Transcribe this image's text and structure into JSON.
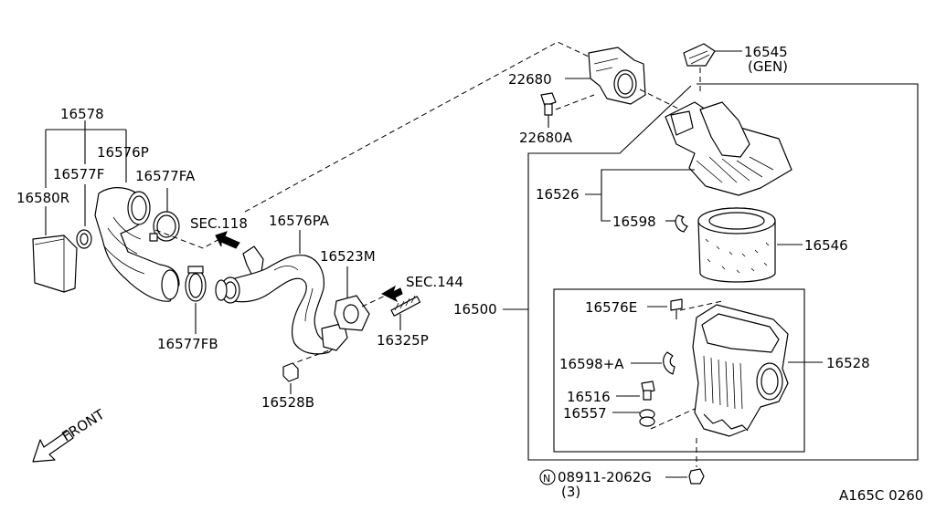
{
  "callouts": {
    "p16578": "16578",
    "p16576P": "16576P",
    "p16577F": "16577F",
    "p16577FA": "16577FA",
    "p16580R": "16580R",
    "p16577FB": "16577FB",
    "sec118": "SEC.118",
    "p16576PA": "16576PA",
    "p16523M": "16523M",
    "sec144": "SEC.144",
    "p16325P": "16325P",
    "p16528B": "16528B",
    "p22680": "22680",
    "p22680A": "22680A",
    "p16545": "16545",
    "gen": "(GEN)",
    "p16526": "16526",
    "p16598": "16598",
    "p16546": "16546",
    "p16500": "16500",
    "p16576E": "16576E",
    "p16598A": "16598+A",
    "p16528": "16528",
    "p16516": "16516",
    "p16557": "16557",
    "nut_symbol": "N",
    "p08911": "08911-2062G",
    "qty": "(3)",
    "front": "FRONT",
    "diagram_code": "A165C 0260"
  }
}
